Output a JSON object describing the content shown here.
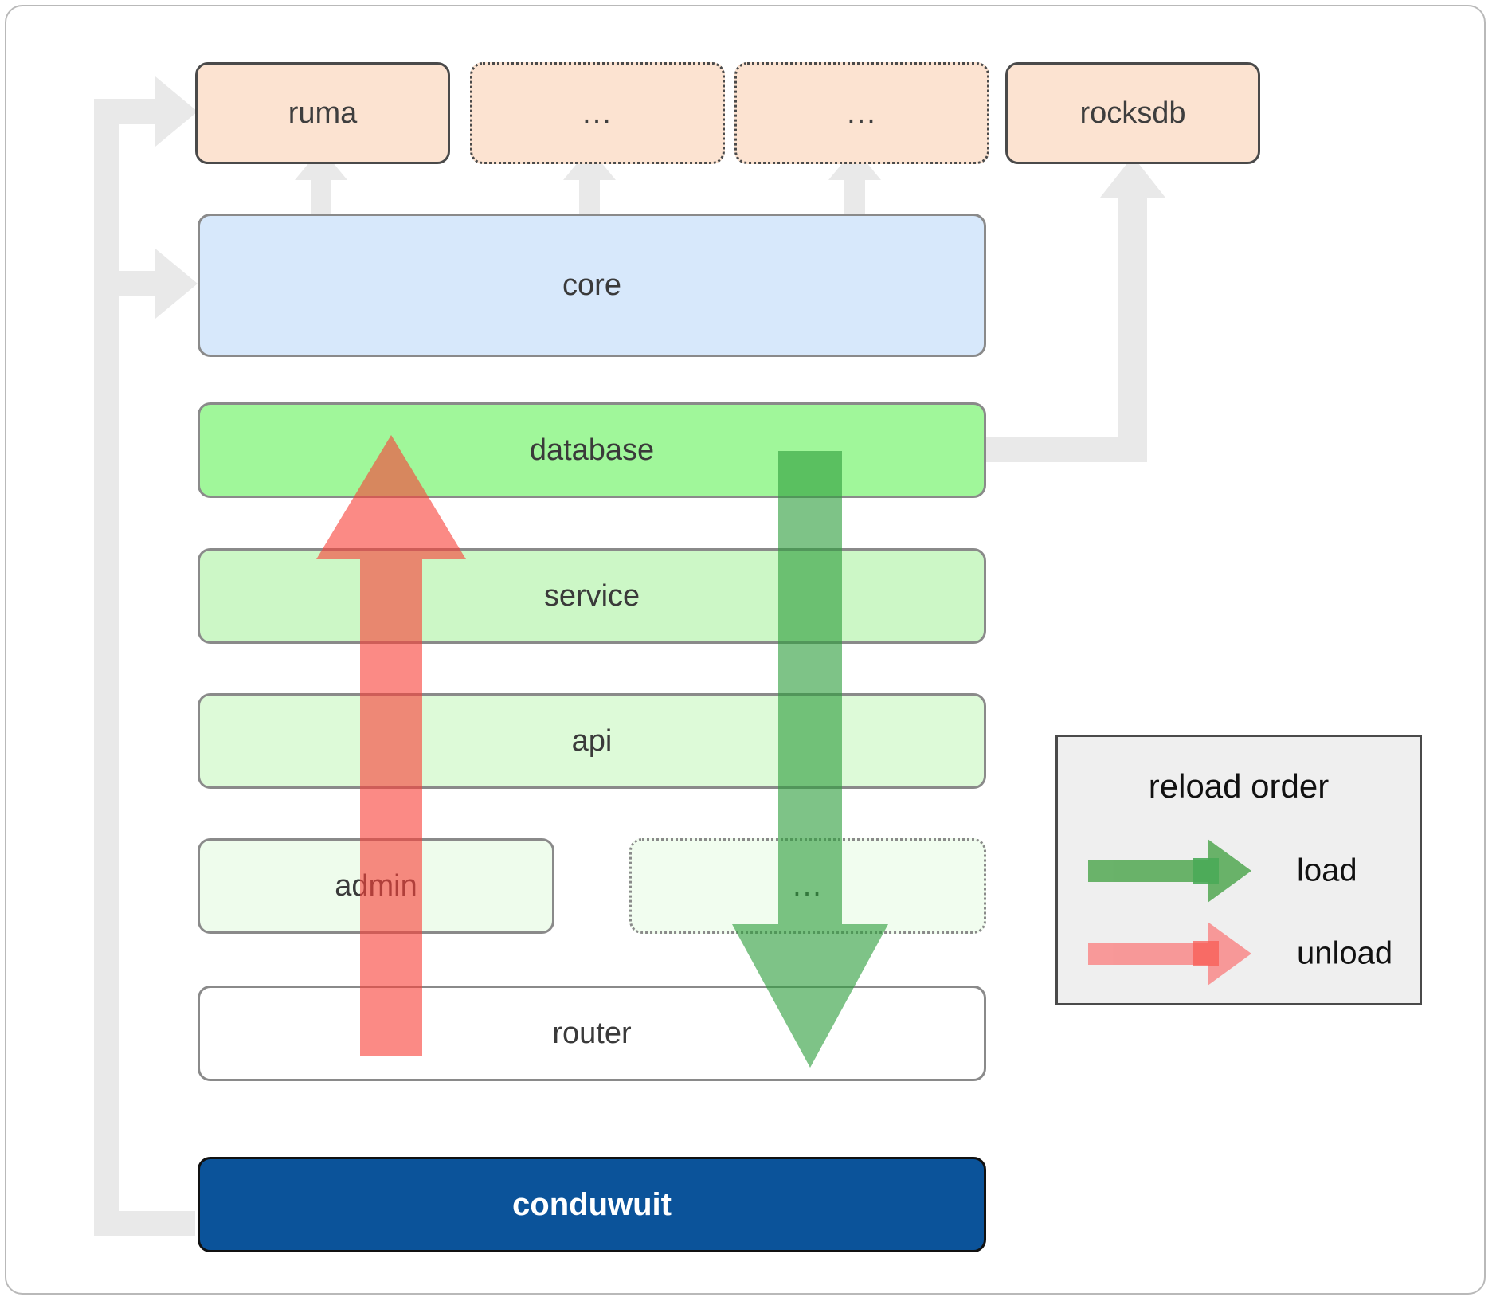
{
  "diagram": {
    "title": "conduwuit crate dependency / reload order diagram",
    "dependencies": [
      {
        "id": "ruma",
        "label": "ruma",
        "style": "solid",
        "fill": "#fce3d1"
      },
      {
        "id": "dep-2",
        "label": "...",
        "style": "dotted",
        "fill": "#fce3d1"
      },
      {
        "id": "dep-3",
        "label": "...",
        "style": "dotted",
        "fill": "#fce3d1"
      },
      {
        "id": "rocksdb",
        "label": "rocksdb",
        "style": "solid",
        "fill": "#fce3d1"
      }
    ],
    "layers": [
      {
        "id": "core",
        "label": "core",
        "style": "solid",
        "fill": "#d7e8fb"
      },
      {
        "id": "database",
        "label": "database",
        "style": "solid",
        "fill": "#a0f79a"
      },
      {
        "id": "service",
        "label": "service",
        "style": "solid",
        "fill": "#ccf7c6"
      },
      {
        "id": "api",
        "label": "api",
        "style": "solid",
        "fill": "#ddfad8"
      },
      {
        "id": "admin",
        "label": "admin",
        "style": "solid",
        "fill": "#eefcec"
      },
      {
        "id": "layer-dots",
        "label": "...",
        "style": "dotted",
        "fill": "#f1fdef"
      },
      {
        "id": "router",
        "label": "router",
        "style": "solid",
        "fill": "#ffffff"
      }
    ],
    "root": {
      "id": "conduwuit",
      "label": "conduwuit",
      "fill": "#0b539a",
      "text_color": "#ffffff"
    },
    "legend": {
      "title": "reload order",
      "items": [
        {
          "id": "load",
          "label": "load",
          "color": "#52a852",
          "direction": "right"
        },
        {
          "id": "unload",
          "label": "unload",
          "color": "#f98a8a",
          "direction": "right"
        }
      ]
    },
    "flow_arrows": [
      {
        "id": "load-arrow",
        "label": "load",
        "color": "#52a852",
        "direction": "down",
        "from": "database",
        "to": "router"
      },
      {
        "id": "unload-arrow",
        "label": "unload",
        "color": "#f98a8a",
        "direction": "up",
        "from": "router",
        "to": "database"
      }
    ],
    "connectors": [
      {
        "id": "conduwuit-to-ruma",
        "color": "#e9e9e9"
      },
      {
        "id": "conduwuit-to-core",
        "color": "#e9e9e9"
      },
      {
        "id": "database-to-rocksdb",
        "color": "#e9e9e9"
      },
      {
        "id": "core-to-ruma",
        "color": "#e9e9e9"
      },
      {
        "id": "core-to-dep2",
        "color": "#e9e9e9"
      },
      {
        "id": "core-to-dep3",
        "color": "#e9e9e9"
      }
    ]
  }
}
